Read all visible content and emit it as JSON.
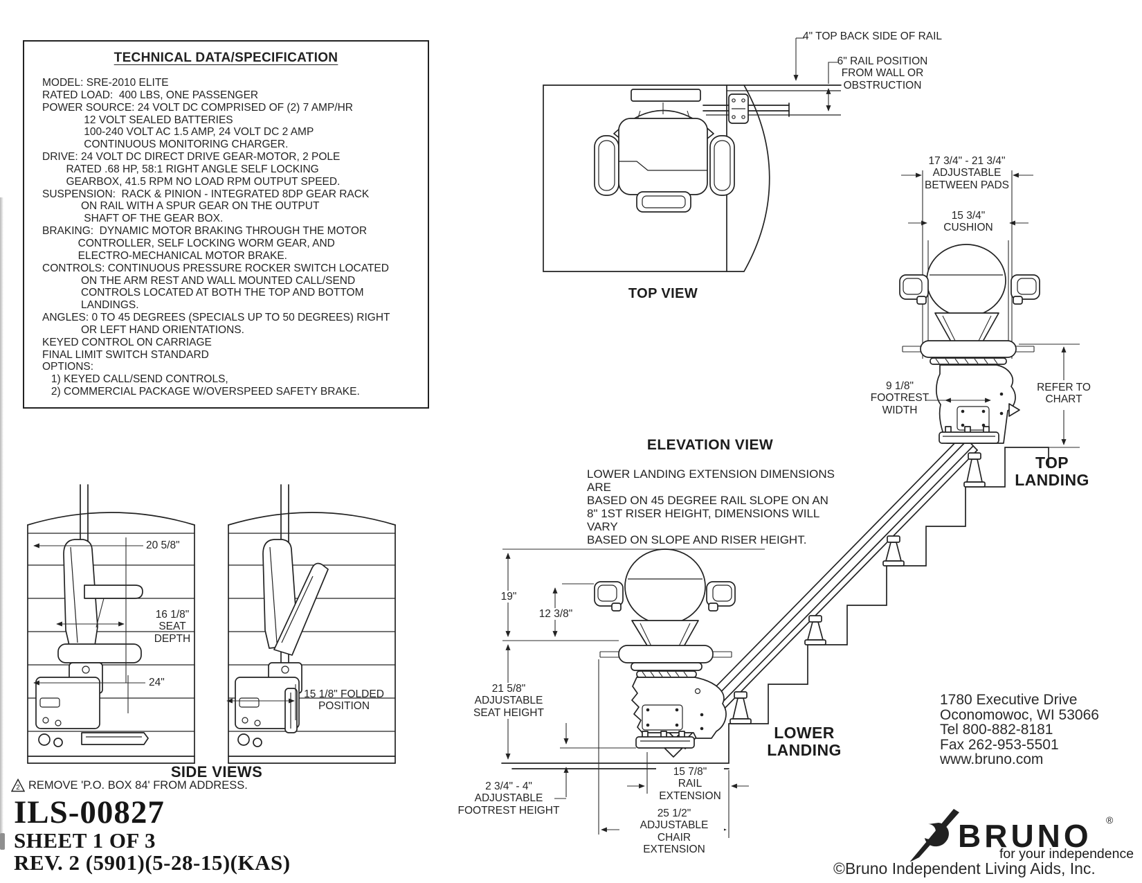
{
  "page": {
    "paper": "#ffffff",
    "ink": "#222222"
  },
  "spec": {
    "title": "TECHNICAL DATA/SPECIFICATION",
    "body": "MODEL: SRE-2010 ELITE\nRATED LOAD:  400 LBS, ONE PASSENGER\nPOWER SOURCE: 24 VOLT DC COMPRISED OF (2) 7 AMP/HR\n              12 VOLT SEALED BATTERIES\n              100-240 VOLT AC 1.5 AMP, 24 VOLT DC 2 AMP\n              CONTINUOUS MONITORING CHARGER.\nDRIVE: 24 VOLT DC DIRECT DRIVE GEAR-MOTOR, 2 POLE\n        RATED .68 HP, 58:1 RIGHT ANGLE SELF LOCKING\n        GEARBOX, 41.5 RPM NO LOAD RPM OUTPUT SPEED.\nSUSPENSION:  RACK & PINION - INTEGRATED 8DP GEAR RACK\n             ON RAIL WITH A SPUR GEAR ON THE OUTPUT\n              SHAFT OF THE GEAR BOX.\nBRAKING:  DYNAMIC MOTOR BRAKING THROUGH THE MOTOR\n            CONTROLLER, SELF LOCKING WORM GEAR, AND\n            ELECTRO-MECHANICAL MOTOR BRAKE.\nCONTROLS: CONTINUOUS PRESSURE ROCKER SWITCH LOCATED\n             ON THE ARM REST AND WALL MOUNTED CALL/SEND\n             CONTROLS LOCATED AT BOTH THE TOP AND BOTTOM\n             LANDINGS.\nANGLES: 0 TO 45 DEGREES (SPECIALS UP TO 50 DEGREES) RIGHT\n             OR LEFT HAND ORIENTATIONS.\nKEYED CONTROL ON CARRIAGE\nFINAL LIMIT SWITCH STANDARD\nOPTIONS:\n   1) KEYED CALL/SEND CONTROLS,\n   2) COMMERCIAL PACKAGE W/OVERSPEED SAFETY BRAKE."
  },
  "top_view": {
    "label": "TOP VIEW",
    "dim_rail_back": "4\" TOP BACK SIDE OF RAIL",
    "dim_rail_position": "6\" RAIL POSITION\nFROM WALL OR\nOBSTRUCTION"
  },
  "top_chair": {
    "dim_between_pads": "17 3/4\" - 21 3/4\"\nADJUSTABLE\nBETWEEN PADS",
    "dim_cushion": "15 3/4\"\nCUSHION",
    "dim_footrest_width": "9 1/8\"\nFOOTREST\nWIDTH",
    "refer_to_chart": "REFER TO\nCHART",
    "top_landing": "TOP\nLANDING"
  },
  "elevation": {
    "label": "ELEVATION VIEW",
    "note": "LOWER LANDING EXTENSION DIMENSIONS ARE\nBASED ON 45 DEGREE RAIL SLOPE ON AN\n8\" 1ST RISER HEIGHT, DIMENSIONS WILL VARY\nBASED ON SLOPE AND RISER HEIGHT.",
    "dim_19": "19\"",
    "dim_12_3_8": "12 3/8\"",
    "dim_seat_height": "21 5/8\"\nADJUSTABLE\nSEAT HEIGHT",
    "dim_footrest_height": "2 3/4\" - 4\"\nADJUSTABLE\nFOOTREST HEIGHT",
    "dim_rail_extension": "15 7/8\"\nRAIL\nEXTENSION",
    "dim_chair_extension": "25 1/2\"\nADJUSTABLE\nCHAIR EXTENSION",
    "lower_landing": "LOWER\nLANDING"
  },
  "side_views": {
    "label": "SIDE VIEWS",
    "dim_overall": "20 5/8\"",
    "dim_seat_depth": "16 1/8\"\nSEAT DEPTH",
    "dim_24": "24\"",
    "dim_folded": "15 1/8\" FOLDED\nPOSITION"
  },
  "footer": {
    "revision_mark": "2",
    "note": "REMOVE 'P.O. BOX 84' FROM ADDRESS.",
    "doc_number": "ILS-00827",
    "sheet": "SHEET 1 OF 3",
    "revision": "REV. 2 (5901)(5-28-15)(KAS)"
  },
  "company": {
    "address": "1780 Executive Drive\nOconomowoc, WI 53066\nTel 800-882-8181\nFax 262-953-5501\nwww.bruno.com",
    "brand": "BRUNO",
    "registered": "®",
    "tagline": "for your independence",
    "copyright": "©Bruno Independent Living Aids, Inc."
  }
}
